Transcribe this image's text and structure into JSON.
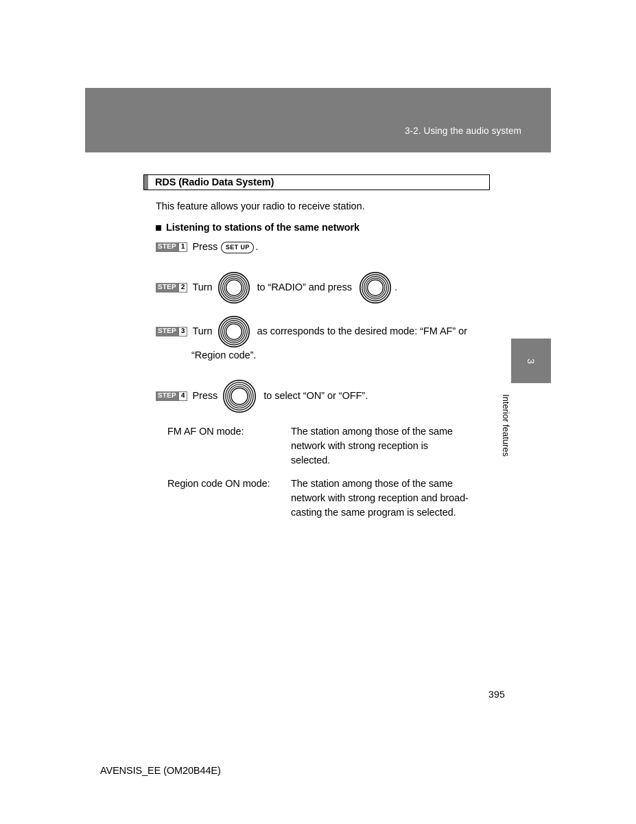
{
  "header": {
    "chapter_breadcrumb": "3-2. Using the audio system"
  },
  "section": {
    "title": "RDS (Radio Data System)"
  },
  "body": {
    "intro": "This feature allows your radio to receive station.",
    "subheading": "Listening to stations of the same network"
  },
  "steps": [
    {
      "badge_word": "STEP",
      "number": "1",
      "text_before": "Press",
      "key_label": "SET UP",
      "text_after": ".",
      "knob": false
    },
    {
      "badge_word": "STEP",
      "number": "2",
      "text_before": "Turn",
      "text_middle": "to “RADIO” and press",
      "text_after": ".",
      "knob": true
    },
    {
      "badge_word": "STEP",
      "number": "3",
      "text_before": "Turn",
      "text_after": "as corresponds to the desired mode: “FM AF” or",
      "continuation": "“Region code”.",
      "knob": true
    },
    {
      "badge_word": "STEP",
      "number": "4",
      "text_before": "Press",
      "text_after": "to select “ON” or “OFF”.",
      "knob": true
    }
  ],
  "modes": [
    {
      "label": "FM AF ON mode:",
      "lines": [
        "The   station   among   those   of   the   same",
        "network     with     strong     reception     is",
        "selected."
      ]
    },
    {
      "label": "Region code ON mode:",
      "lines": [
        "The  station  among  those  of  the  same",
        "network with strong reception and broad-",
        "casting the same program is selected."
      ]
    }
  ],
  "side_tab": {
    "number": "3",
    "label": "Interior features"
  },
  "footer": {
    "page_number": "395",
    "document_code": "AVENSIS_EE (OM20B44E)"
  },
  "colors": {
    "header_gray": "#7d7d7d",
    "accent_gray": "#808080",
    "text_black": "#000000",
    "page_white": "#ffffff"
  }
}
